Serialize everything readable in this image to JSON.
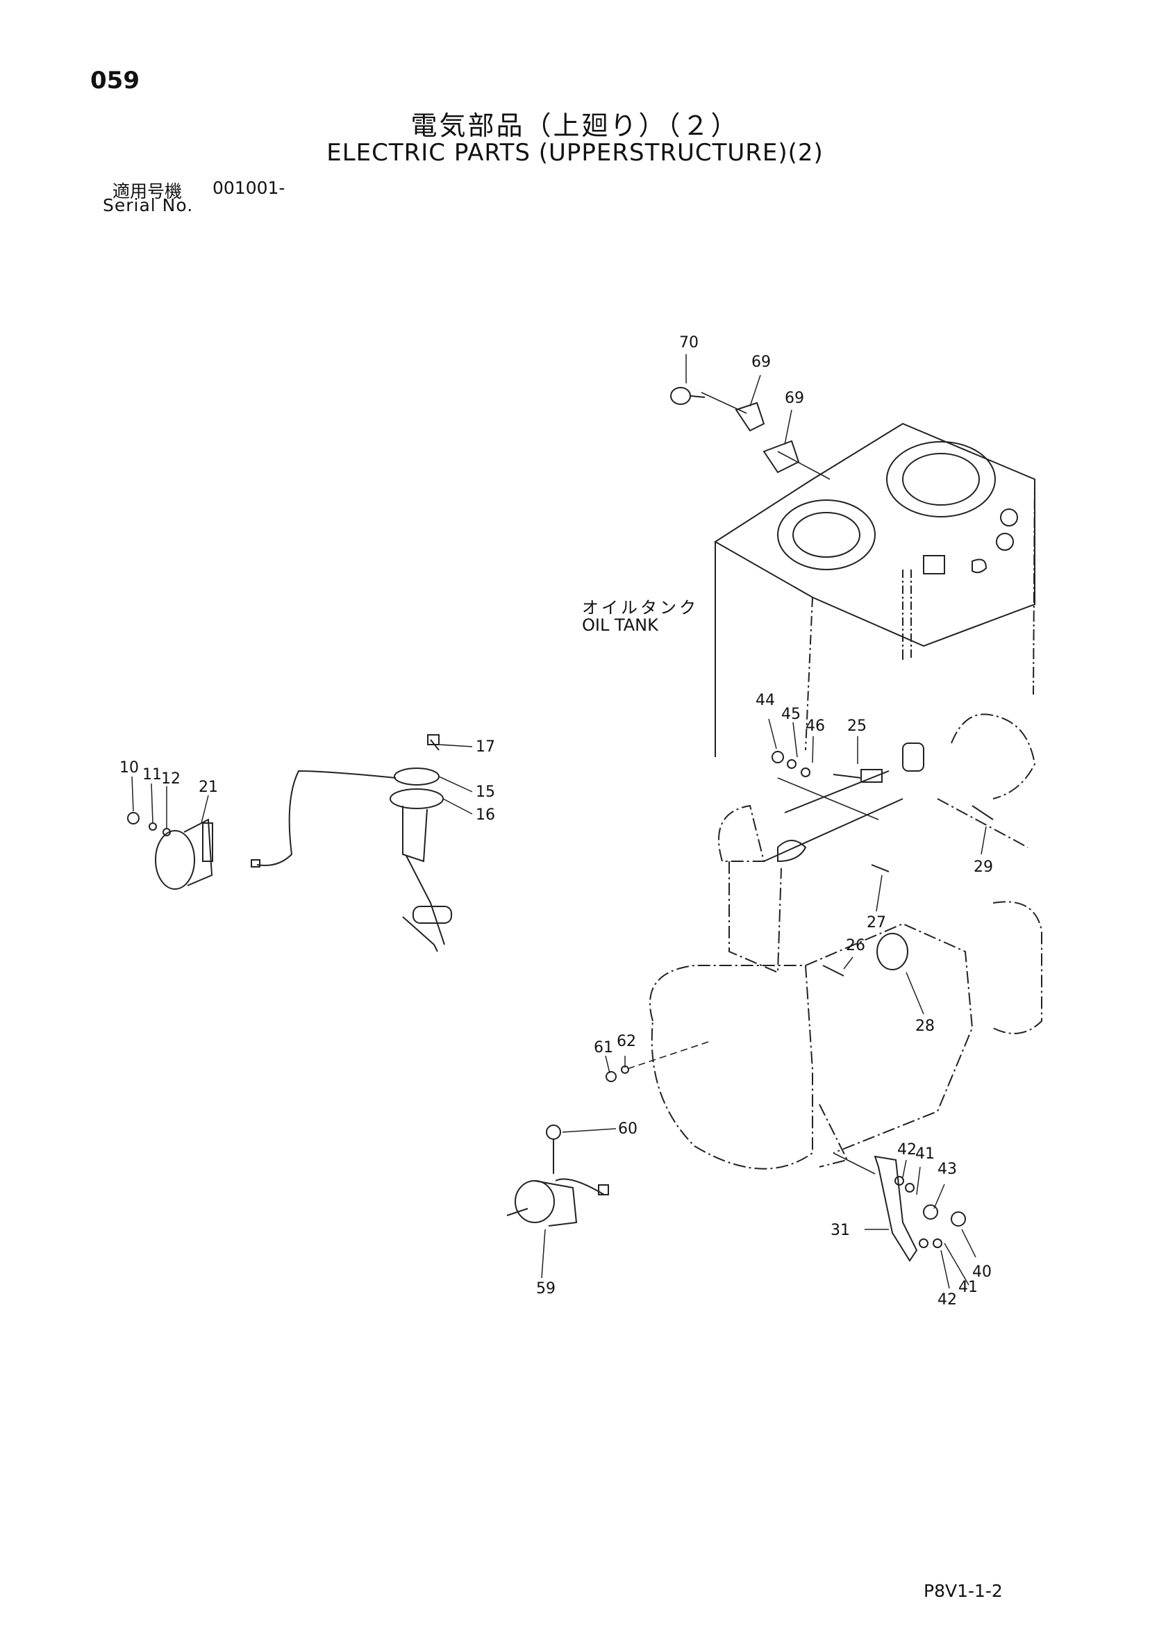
{
  "header": {
    "page_number": "059",
    "title_ja": "電気部品（上廻り）（２）",
    "title_en": "ELECTRIC PARTS (UPPERSTRUCTURE)(2)",
    "serial_label_ja": "適用号機",
    "serial_value": "001001-",
    "serial_label_en": "Serial No."
  },
  "diagram": {
    "oil_tank_label_ja": "オイルタンク",
    "oil_tank_label_en": "OIL TANK",
    "callouts": [
      "70",
      "69",
      "69",
      "44",
      "45",
      "46",
      "25",
      "29",
      "27",
      "26",
      "28",
      "61",
      "62",
      "60",
      "59",
      "42",
      "41",
      "43",
      "31",
      "40",
      "42",
      "41",
      "10",
      "11",
      "12",
      "21",
      "17",
      "15",
      "16"
    ]
  },
  "footer": {
    "drawing_code": "P8V1-1-2"
  }
}
